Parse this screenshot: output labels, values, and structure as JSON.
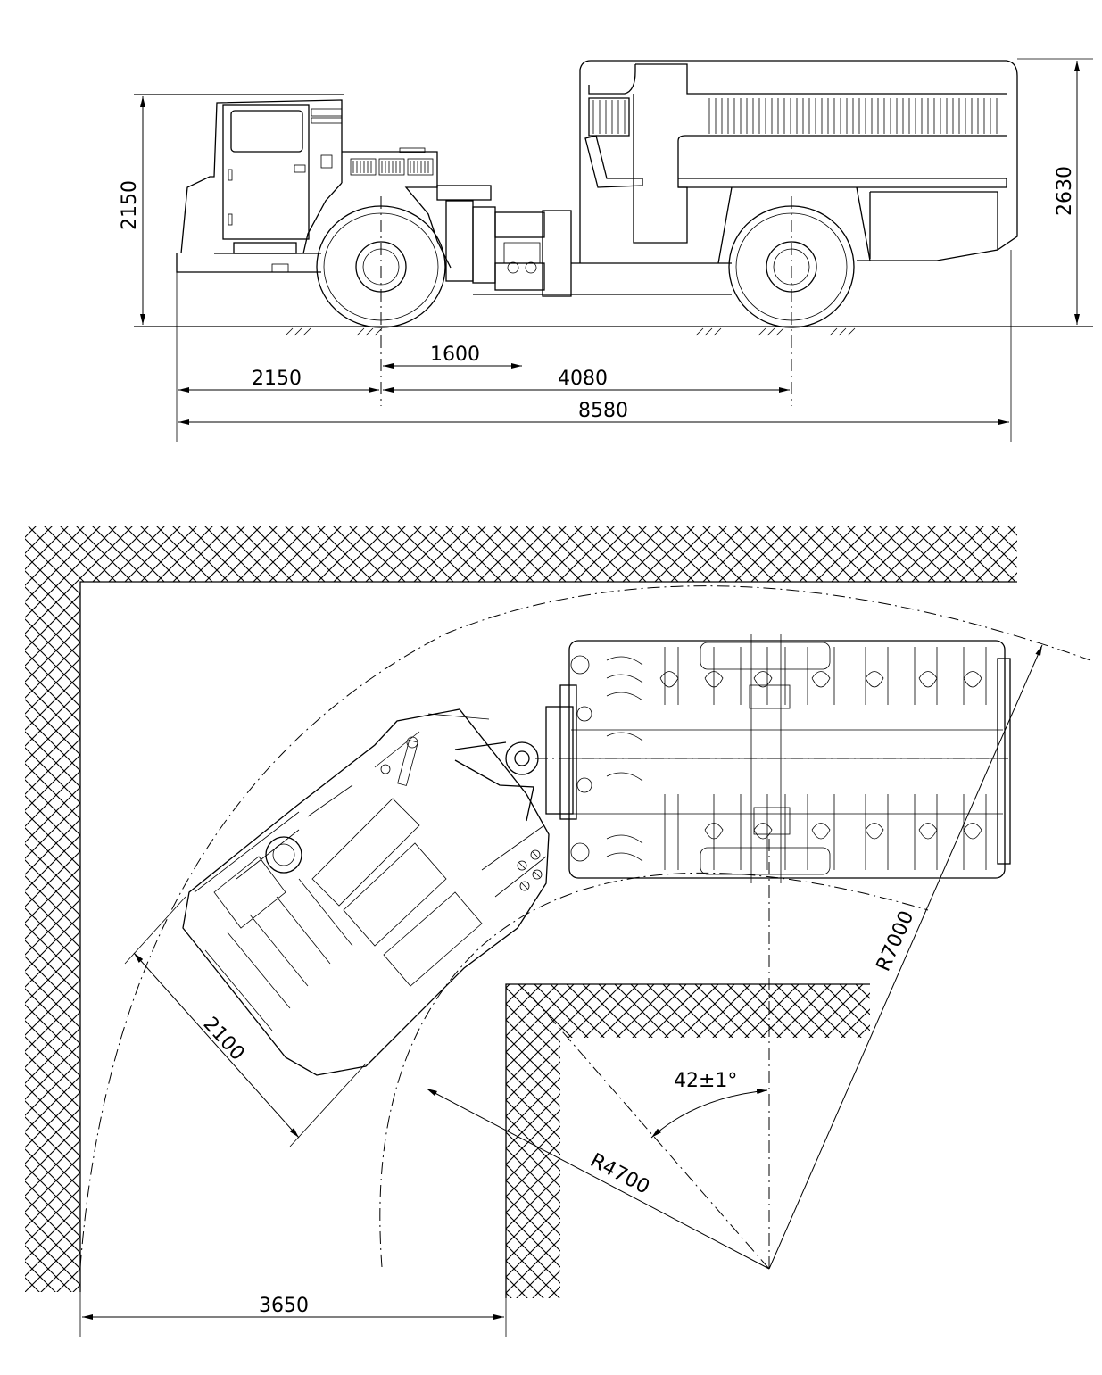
{
  "side_view": {
    "height_left": "2150",
    "height_right": "2630",
    "dim_1600": "1600",
    "dim_front": "2150",
    "dim_wheelbase": "4080",
    "dim_length": "8580"
  },
  "plan_view": {
    "width": "2100",
    "angle": "42±1°",
    "outer_radius": "R7000",
    "inner_radius": "R4700",
    "aisle": "3650"
  }
}
